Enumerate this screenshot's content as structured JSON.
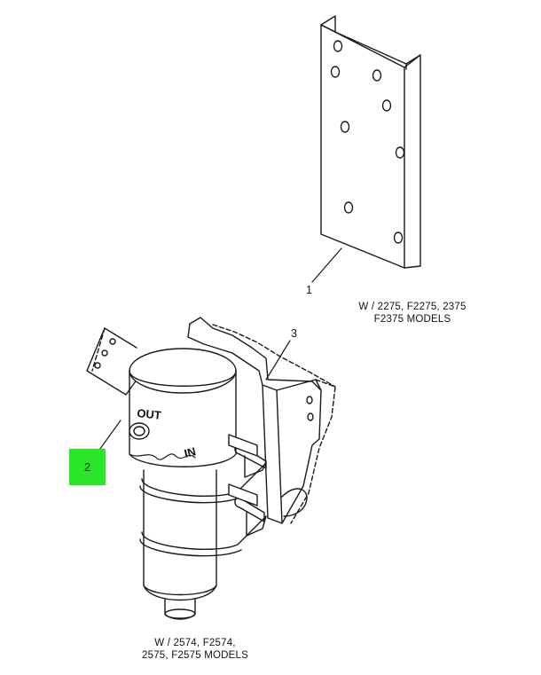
{
  "callouts": [
    {
      "id": "1",
      "label": "1",
      "highlighted": false
    },
    {
      "id": "2",
      "label": "2",
      "highlighted": true,
      "highlight_color": "#29e629"
    },
    {
      "id": "3",
      "label": "3",
      "highlighted": false
    }
  ],
  "captions": {
    "top_right": [
      "W / 2275, F2275, 2375",
      "F2375 MODELS"
    ],
    "bottom": [
      "W / 2574, F2574,",
      "2575, F2575 MODELS"
    ]
  },
  "part_markings": {
    "out": "OUT",
    "in": "IN"
  },
  "colors": {
    "line": "#1a1a1a",
    "background": "#ffffff",
    "highlight": "#29e629"
  }
}
